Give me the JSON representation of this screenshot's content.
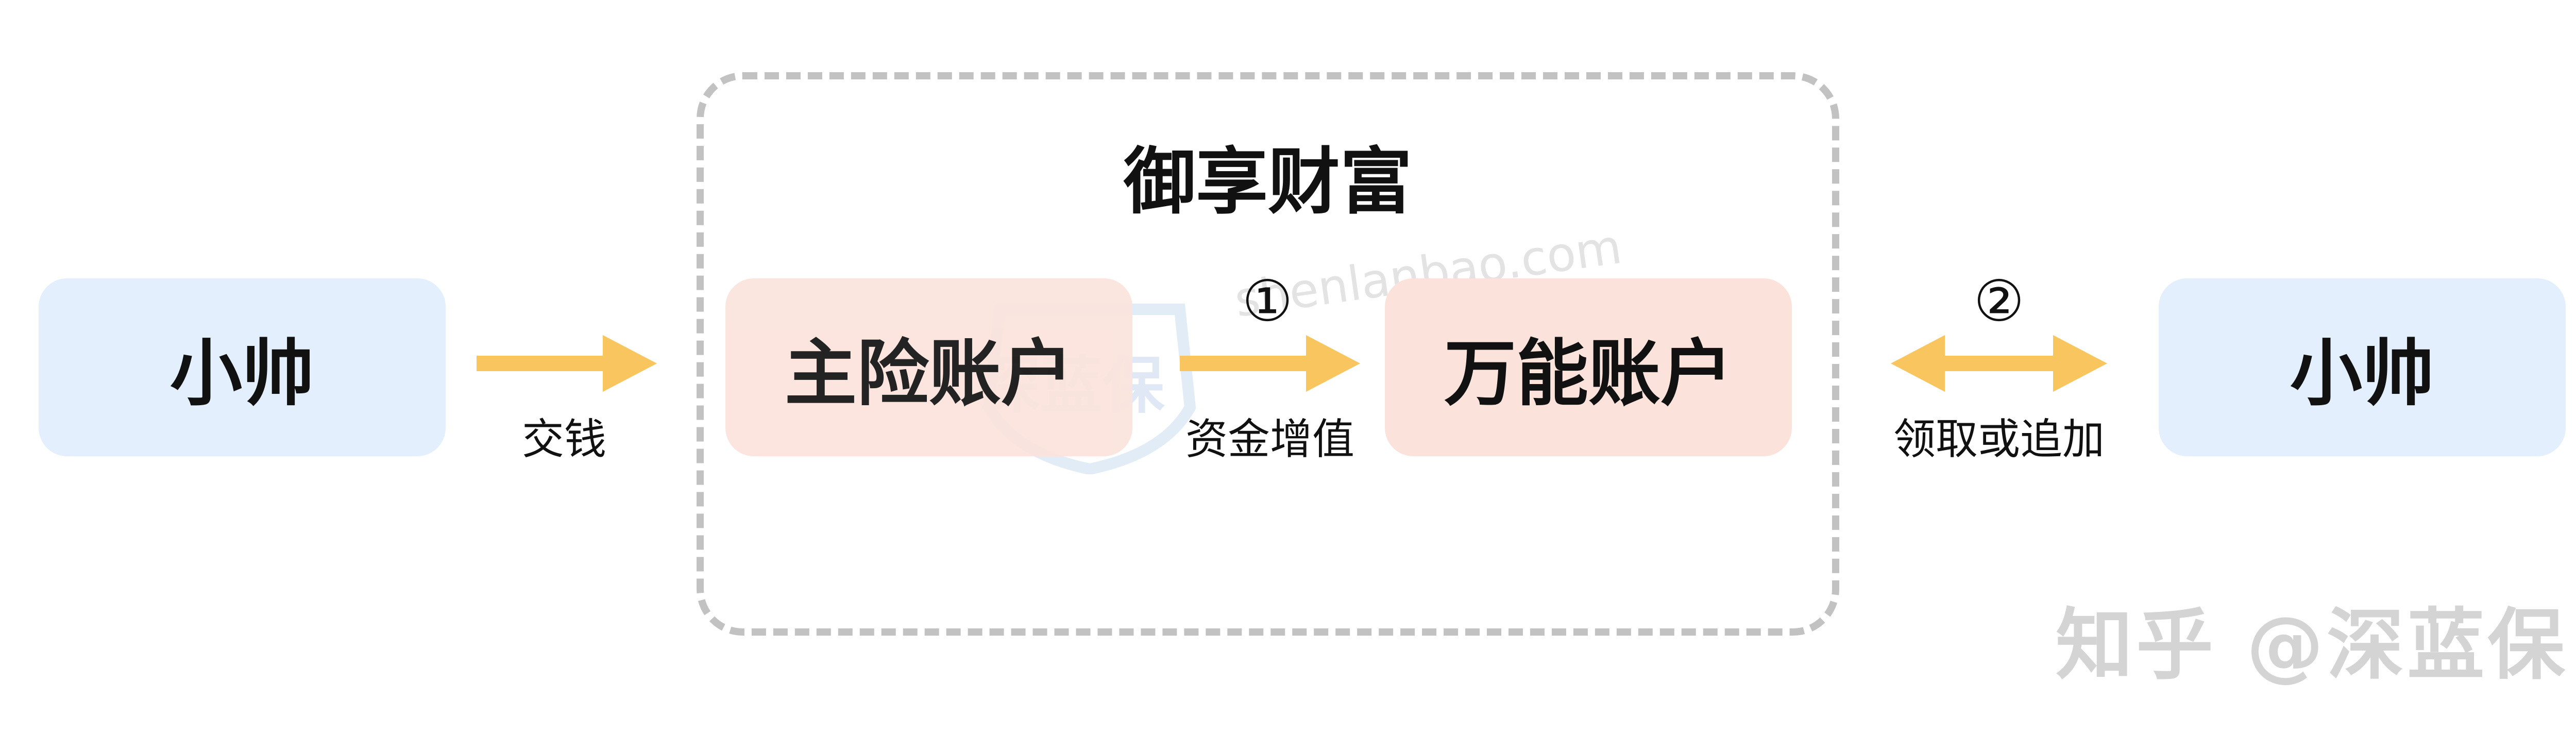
{
  "left_node": {
    "label": "小帅",
    "arrow_label": "交钱"
  },
  "group": {
    "title": "御享财富",
    "main_account": "主险账户",
    "universal_account": "万能账户",
    "step1": {
      "marker": "①",
      "label": "资金增值"
    }
  },
  "right_node": {
    "label": "小帅",
    "step2": {
      "marker": "②",
      "label": "领取或追加"
    }
  },
  "watermark": {
    "site": "shenlanbao.com",
    "badge_text": "深蓝保",
    "platform_credit": "知乎 @深蓝保"
  },
  "colors": {
    "blue_box": "#e3effc",
    "pink_box": "#fbe3dc",
    "arrow": "#f9c55f",
    "dashed_border": "#c2c2c2"
  }
}
